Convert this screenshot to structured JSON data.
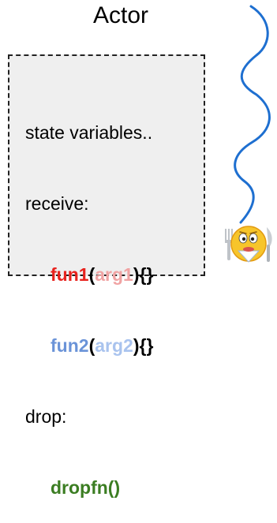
{
  "title": "Actor",
  "code": {
    "state": "state variables..",
    "receive": "receive:",
    "fun1": {
      "name": "fun1",
      "open": "(",
      "arg": "arg1",
      "close": "){}"
    },
    "fun2": {
      "name": "fun2",
      "open": "(",
      "arg": "arg2",
      "close": "){}"
    },
    "drop": "drop:",
    "dropfn": "dropfn()"
  },
  "colors": {
    "fun1": "#e8231e",
    "arg1": "#f0a3a3",
    "fun2": "#6a93d8",
    "arg2": "#a9c3ee",
    "dropfn": "#3b7d22",
    "wave": "#1e6fd0"
  },
  "icons": {
    "wave": "wavy-line-icon",
    "emoji": "hungry-emoji-with-fork-and-knife-icon"
  }
}
